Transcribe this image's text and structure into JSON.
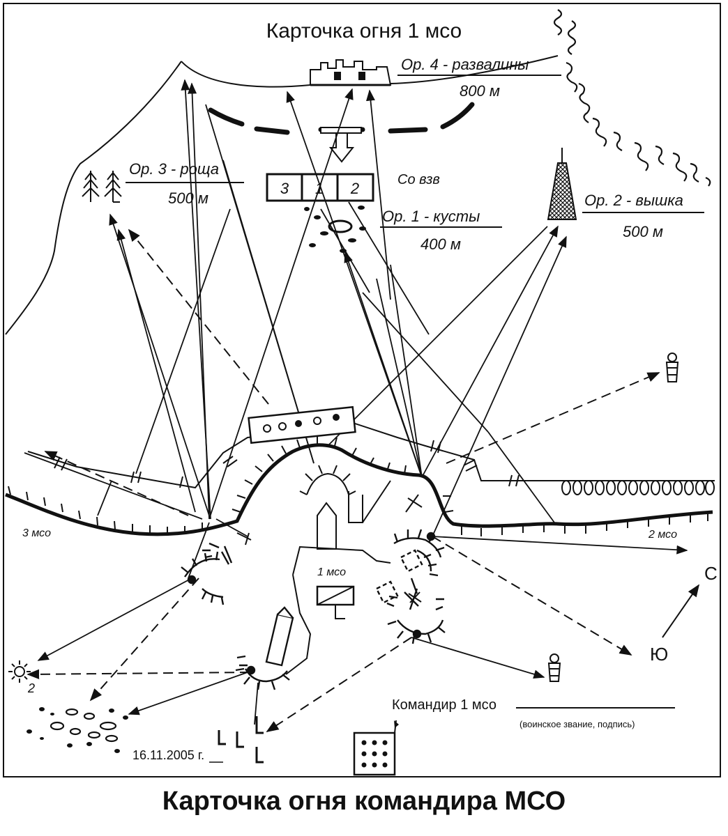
{
  "card_title": "Карточка огня 1 мсо",
  "caption": "Карточка огня командира МСО",
  "landmarks": [
    {
      "name": "Ор. 4 - развалины",
      "distance": "800 м"
    },
    {
      "name": "Ор. 3 - роща",
      "distance": "500 м"
    },
    {
      "name": "Ор. 1 - кусты",
      "distance": "400 м"
    },
    {
      "name": "Ор. 2 - вышка",
      "distance": "500 м"
    }
  ],
  "observation_post": {
    "label": "Со взв",
    "cells": [
      "3",
      "1",
      "2"
    ]
  },
  "unit_labels": {
    "left": "3 мсо",
    "right": "2 мсо",
    "center": "1 мсо"
  },
  "reference_num": "2",
  "compass": {
    "north": "С",
    "south": "Ю"
  },
  "signature": {
    "label": "Командир 1 мсо",
    "hint": "(воинское звание, подпись)"
  },
  "date": "16.11.2005 г.",
  "colors": {
    "ink": "#111111",
    "paper": "#ffffff"
  }
}
